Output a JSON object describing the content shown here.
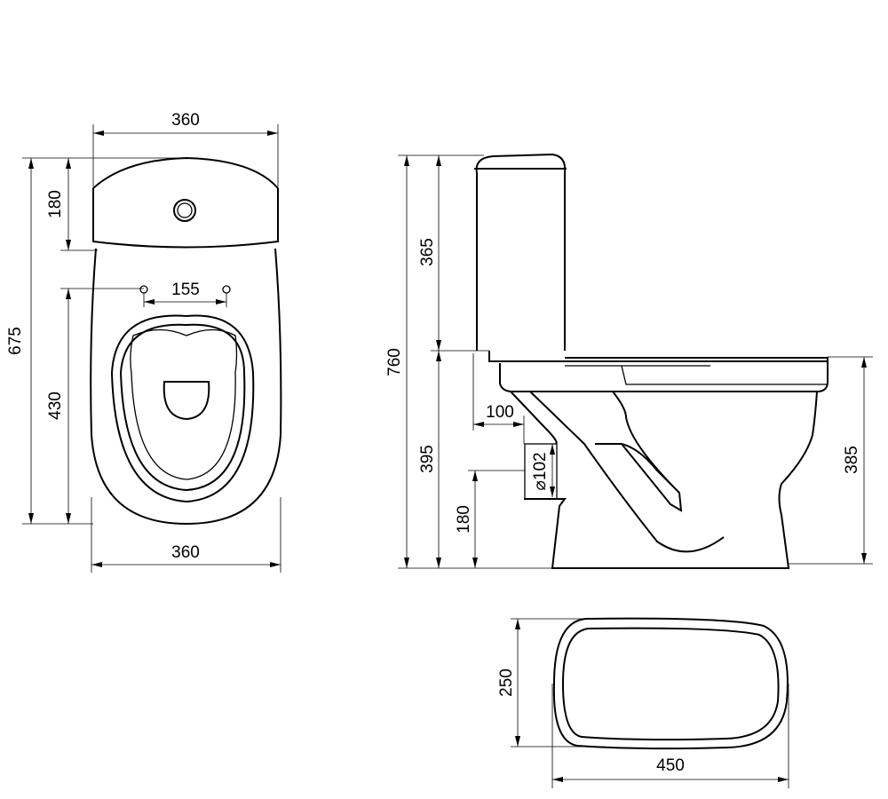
{
  "views": {
    "top": {
      "dimensions": {
        "width_top": "360",
        "total_length": "675",
        "tank_depth": "180",
        "seat_holes": "155",
        "bowl_length": "430",
        "width_bottom": "360"
      }
    },
    "side": {
      "dimensions": {
        "total_height": "760",
        "tank_height": "365",
        "seat_height_inlet": "395",
        "outlet_offset": "100",
        "outlet_diameter": "⌀102",
        "outlet_height": "180",
        "rim_height": "385"
      }
    },
    "footprint": {
      "dimensions": {
        "depth": "250",
        "length": "450"
      }
    }
  },
  "colors": {
    "line": "#000000",
    "background": "#ffffff"
  }
}
